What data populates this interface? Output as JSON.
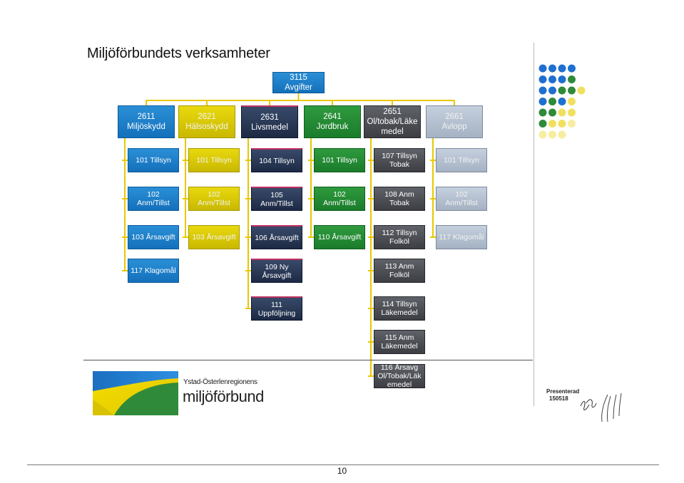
{
  "title": "Miljöförbundets verksamheter",
  "org_chart": {
    "root": "3115 Avgifter",
    "columns": [
      {
        "header": "2611\nMiljöskydd",
        "color": "blue",
        "items": [
          "101 Tillsyn",
          "102 Anm/Tillst",
          "103 Årsavgift",
          "117 Klagomål"
        ]
      },
      {
        "header": "2621\nHälsoskydd",
        "color": "yellow",
        "items": [
          "101 Tillsyn",
          "102 Anm/Tillst",
          "103 Årsavgift"
        ]
      },
      {
        "header": "2631\nLivsmedel",
        "color": "navy",
        "items": [
          "104 Tillsyn",
          "105 Anm/Tillst",
          "106 Årsavgift",
          "109 Ny\nÅrsavgift",
          "111\nUppföljning"
        ]
      },
      {
        "header": "2641\nJordbruk",
        "color": "green",
        "items": [
          "101 Tillsyn",
          "102 Anm/Tillst",
          "110 Årsavgift"
        ]
      },
      {
        "header": "2651\nOl/tobak/Läke\nmedel",
        "color": "gray",
        "items": [
          "107 Tillsyn\nTobak",
          "108 Anm\nTobak",
          "112 Tillsyn\nFolköl",
          "113 Anm\nFolköl",
          "114 Tillsyn\nLäkemedel",
          "115 Anm\nLäkemedel",
          "116 Årsavg\nOl/Tobak/Läk\nemedel"
        ]
      },
      {
        "header": "2661\nAvlopp",
        "color": "silver",
        "items": [
          "101 Tillsyn",
          "102 Anm/Tillst",
          "117 Klagomål"
        ]
      }
    ]
  },
  "colors": {
    "blue": "#1f80c8",
    "yellow": "#d9c900",
    "navy": "#27365a",
    "green": "#238a33",
    "gray": "#4a4c52",
    "silver": "#b4c0d0",
    "connector": "#e8c800"
  },
  "logo": {
    "line1": "Ystad-Österlenregionens",
    "line2": "miljöförbund"
  },
  "presented": {
    "label": "Presenterad",
    "date": "150518"
  },
  "page_number": "10"
}
